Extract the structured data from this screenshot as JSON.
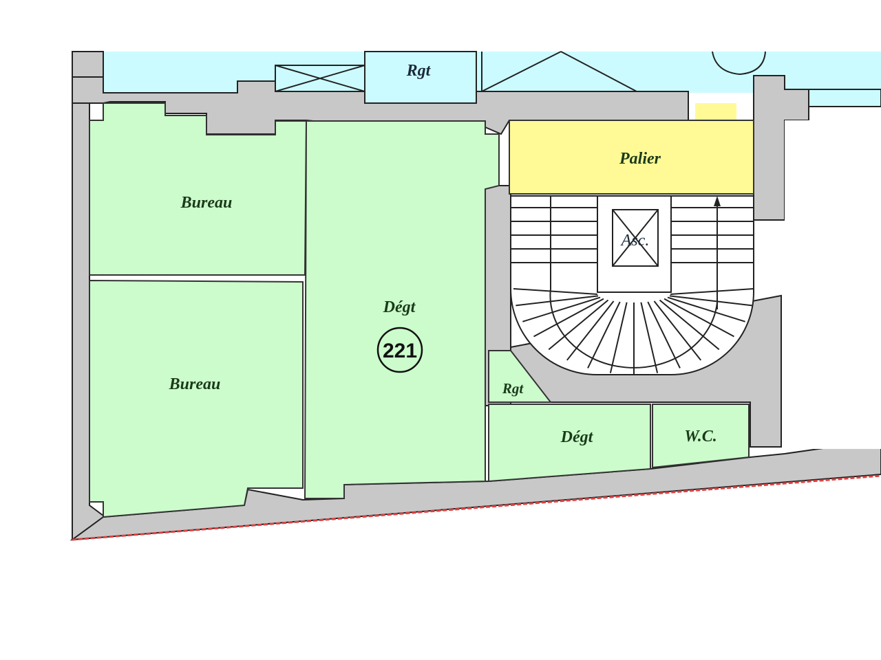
{
  "plan": {
    "colors": {
      "office": "#ccfccc",
      "neighbor": "#ccfbff",
      "landing": "#fffa96",
      "wall": "#c8c8c8",
      "boundary": "#e04040"
    },
    "rooms": {
      "top_storage": "Rgt",
      "landing": "Palier",
      "office_top": "Bureau",
      "office_bottom": "Bureau",
      "corridor_main": "Dégt",
      "unit_number": "221",
      "elevator": "Asc.",
      "storage_small": "Rgt",
      "corridor_small": "Dégt",
      "wc": "W.C."
    }
  }
}
